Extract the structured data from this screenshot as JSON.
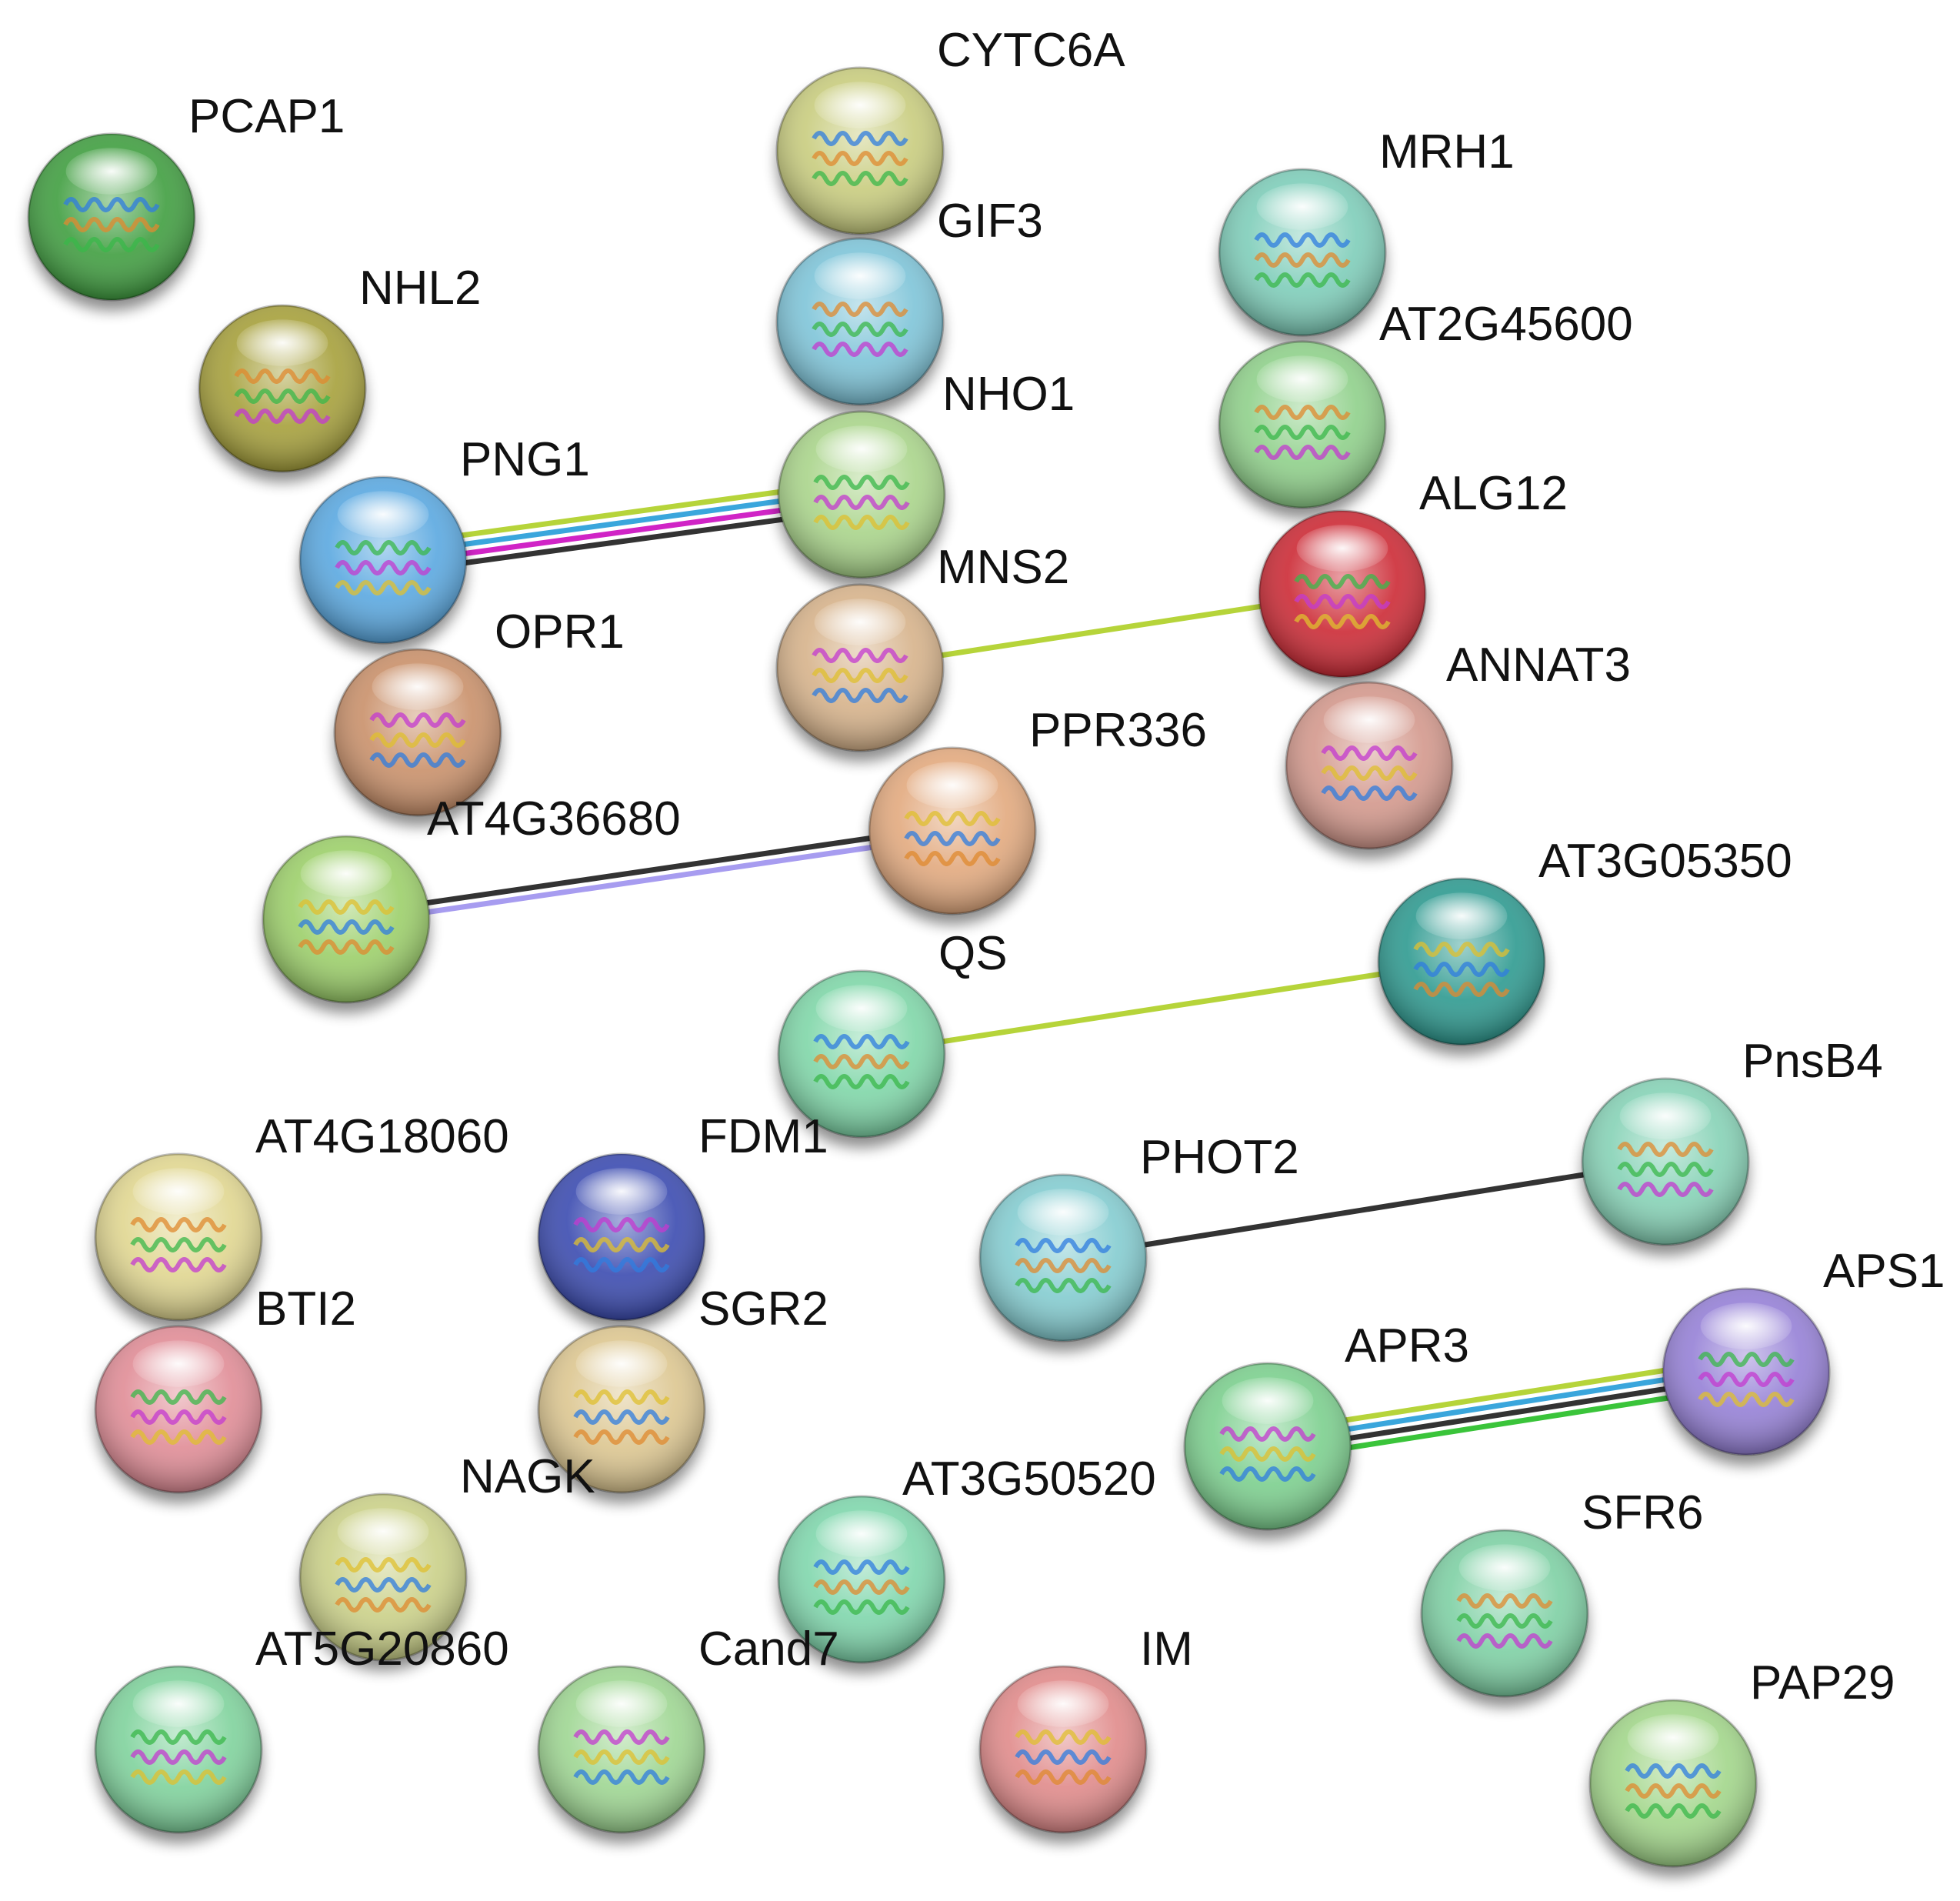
{
  "network": {
    "nodes": [
      {
        "id": "PCAP1",
        "label": "PCAP1",
        "color": "#3f9e3f",
        "icon": "protein-structure-icon"
      },
      {
        "id": "NHL2",
        "label": "NHL2",
        "color": "#a6a03a",
        "icon": "protein-structure-icon"
      },
      {
        "id": "PNG1",
        "label": "PNG1",
        "color": "#5aa8e0",
        "icon": "protein-structure-icon"
      },
      {
        "id": "OPR1",
        "label": "OPR1",
        "color": "#c9906a",
        "icon": "protein-structure-icon"
      },
      {
        "id": "AT4G36680",
        "label": "AT4G36680",
        "color": "#9ccf6a",
        "icon": "protein-structure-icon"
      },
      {
        "id": "CYTC6A",
        "label": "CYTC6A",
        "color": "#c8cc7e",
        "icon": "protein-structure-icon"
      },
      {
        "id": "GIF3",
        "label": "GIF3",
        "color": "#7ec4d8",
        "icon": "protein-structure-icon"
      },
      {
        "id": "NHO1",
        "label": "NHO1",
        "color": "#a9d48a",
        "icon": "protein-structure-icon"
      },
      {
        "id": "MNS2",
        "label": "MNS2",
        "color": "#d6b28a",
        "icon": "protein-structure-icon"
      },
      {
        "id": "PPR336",
        "label": "PPR336",
        "color": "#e2a97e",
        "icon": "protein-structure-icon"
      },
      {
        "id": "MRH1",
        "label": "MRH1",
        "color": "#7ecdb9",
        "icon": "protein-structure-icon"
      },
      {
        "id": "AT2G45600",
        "label": "AT2G45600",
        "color": "#8fd08a",
        "icon": "protein-structure-icon"
      },
      {
        "id": "ALG12",
        "label": "ALG12",
        "color": "#cc2a34",
        "icon": "protein-structure-icon"
      },
      {
        "id": "ANNAT3",
        "label": "ANNAT3",
        "color": "#d3988c",
        "icon": "protein-structure-icon"
      },
      {
        "id": "AT3G05350",
        "label": "AT3G05350",
        "color": "#2f9a90",
        "icon": "protein-structure-icon"
      },
      {
        "id": "QS",
        "label": "QS",
        "color": "#7fd6a8",
        "icon": "protein-structure-icon"
      },
      {
        "id": "AT4G18060",
        "label": "AT4G18060",
        "color": "#e0d690",
        "icon": "protein-structure-icon"
      },
      {
        "id": "BTI2",
        "label": "BTI2",
        "color": "#e08c96",
        "icon": "protein-structure-icon"
      },
      {
        "id": "FDM1",
        "label": "FDM1",
        "color": "#3a4cb0",
        "icon": "protein-structure-icon"
      },
      {
        "id": "SGR2",
        "label": "SGR2",
        "color": "#dcc690",
        "icon": "protein-structure-icon"
      },
      {
        "id": "PHOT2",
        "label": "PHOT2",
        "color": "#84ccd0",
        "icon": "protein-structure-icon"
      },
      {
        "id": "PnsB4",
        "label": "PnsB4",
        "color": "#86d2b6",
        "icon": "protein-structure-icon"
      },
      {
        "id": "APS1",
        "label": "APS1",
        "color": "#9580d6",
        "icon": "protein-structure-icon"
      },
      {
        "id": "APR3",
        "label": "APR3",
        "color": "#7ccf8e",
        "icon": "protein-structure-icon"
      },
      {
        "id": "NAGK",
        "label": "NAGK",
        "color": "#cad088",
        "icon": "protein-structure-icon"
      },
      {
        "id": "AT3G50520",
        "label": "AT3G50520",
        "color": "#7fd6ac",
        "icon": "protein-structure-icon"
      },
      {
        "id": "SFR6",
        "label": "SFR6",
        "color": "#7ed0a4",
        "icon": "protein-structure-icon"
      },
      {
        "id": "AT5G20860",
        "label": "AT5G20860",
        "color": "#7fd29c",
        "icon": "protein-structure-icon"
      },
      {
        "id": "Cand7",
        "label": "Cand7",
        "color": "#9ed692",
        "icon": "protein-structure-icon"
      },
      {
        "id": "IM",
        "label": "IM",
        "color": "#e08a8a",
        "icon": "protein-structure-icon"
      },
      {
        "id": "PAP29",
        "label": "PAP29",
        "color": "#a2d68a",
        "icon": "protein-structure-icon"
      }
    ],
    "edges": [
      {
        "source": "PNG1",
        "target": "NHO1",
        "colors": [
          "#b6d43a",
          "#3aa6dc",
          "#d024c6",
          "#333333"
        ]
      },
      {
        "source": "MNS2",
        "target": "ALG12",
        "colors": [
          "#b6d43a"
        ]
      },
      {
        "source": "AT4G36680",
        "target": "PPR336",
        "colors": [
          "#333333",
          "#a79cf0"
        ]
      },
      {
        "source": "QS",
        "target": "AT3G05350",
        "colors": [
          "#b6d43a"
        ]
      },
      {
        "source": "PHOT2",
        "target": "PnsB4",
        "colors": [
          "#333333"
        ]
      },
      {
        "source": "APR3",
        "target": "APS1",
        "colors": [
          "#b6d43a",
          "#3aa6dc",
          "#333333",
          "#3ac43a"
        ]
      }
    ]
  }
}
